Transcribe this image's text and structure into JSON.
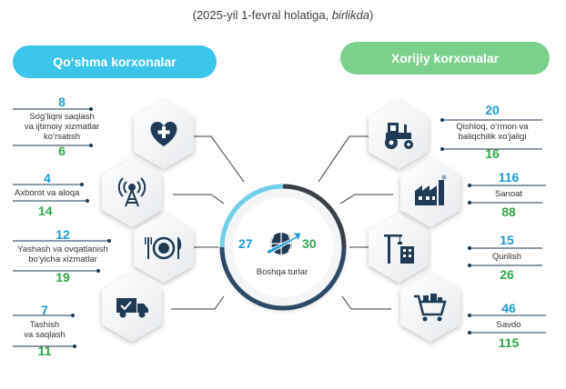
{
  "subtitle_pre": "(2025-yil 1-fevral holatiga, ",
  "subtitle_italic": "birlikda",
  "subtitle_post": ")",
  "left_header": "Qo‘shma korxonalar",
  "right_header": "Xorijiy korxonalar",
  "center": {
    "left_value": "27",
    "right_value": "30",
    "label": "Boshqa turlar"
  },
  "left_items": [
    {
      "top": "8",
      "label_lines": [
        "Sog‘liqni saqlash",
        "va ijtimoiy xizmatlar",
        "ko‘rsatish"
      ],
      "bottom": "6",
      "icon": "heart-cross-icon"
    },
    {
      "top": "4",
      "label_lines": [
        "Axborot va aloqa"
      ],
      "bottom": "14",
      "icon": "antenna-icon"
    },
    {
      "top": "12",
      "label_lines": [
        "Yashash va ovqatlanish",
        "bo‘yicha xizmatlar"
      ],
      "bottom": "19",
      "icon": "plate-cutlery-icon"
    },
    {
      "top": "7",
      "label_lines": [
        "Tashish",
        "va saqlash"
      ],
      "bottom": "11",
      "icon": "delivery-truck-icon"
    }
  ],
  "right_items": [
    {
      "top": "20",
      "label_lines": [
        "Qishloq, o‘rmon va",
        "baliqchilik xo‘jaligi"
      ],
      "bottom": "16",
      "icon": "tractor-icon"
    },
    {
      "top": "116",
      "label_lines": [
        "Sanoat"
      ],
      "bottom": "88",
      "icon": "factory-icon"
    },
    {
      "top": "15",
      "label_lines": [
        "Qurilish"
      ],
      "bottom": "26",
      "icon": "crane-building-icon"
    },
    {
      "top": "46",
      "label_lines": [
        "Savdo"
      ],
      "bottom": "115",
      "icon": "shopping-cart-icon"
    }
  ],
  "colors": {
    "blue": "#1f9bd6",
    "green": "#2ea84a",
    "navy": "#1e3a55",
    "left_pill": "#3cc5ea",
    "right_pill": "#7bd08c"
  }
}
